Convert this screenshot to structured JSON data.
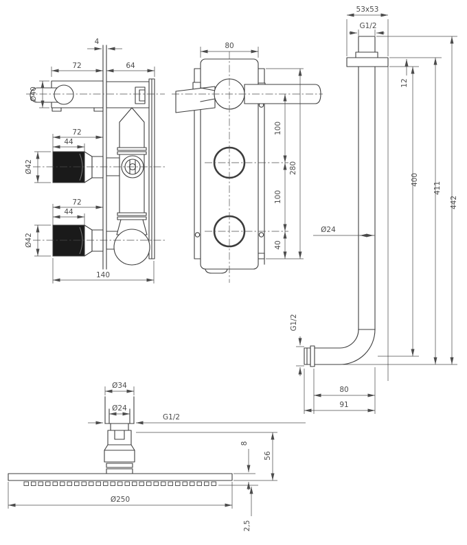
{
  "drawing": {
    "title": "concealed-shower-system-technical-drawing",
    "colors": {
      "line": "#3c3c3c",
      "dim": "#4b4b4b",
      "knob_fill": "#1a1a1a",
      "background": "#ffffff"
    },
    "views": {
      "mixer_side": {
        "plate_thickness": "4",
        "handle_depth": "72",
        "body_depth": "64",
        "handle_diameter": "Ø40",
        "knob_mid_depth": "72",
        "knob_mid_length": "44",
        "knob_mid_diameter": "Ø42",
        "knob_low_depth": "72",
        "knob_low_length": "44",
        "knob_low_diameter": "Ø42",
        "total_depth": "140"
      },
      "mixer_front": {
        "plate_width": "80",
        "spacing_upper": "100",
        "spacing_lower": "100",
        "bottom_offset": "40",
        "plate_height": "280"
      },
      "shower_arm": {
        "flange_size": "53x53",
        "inlet_thread": "G1/2",
        "flange_thickness": "12",
        "pipe_diameter": "Ø24",
        "drop_to_axis": "400",
        "drop_to_pipe_bottom": "411",
        "drop_total": "442",
        "outlet_thread": "G1/2",
        "outlet_reach": "80",
        "outlet_reach_total": "91"
      },
      "shower_head": {
        "joint_diameter": "Ø34",
        "connector_diameter": "Ø24",
        "connector_thread": "G1/2",
        "face_thickness": "8",
        "connector_height": "56",
        "head_diameter": "Ø250",
        "plate_thickness": "2,5"
      }
    }
  }
}
